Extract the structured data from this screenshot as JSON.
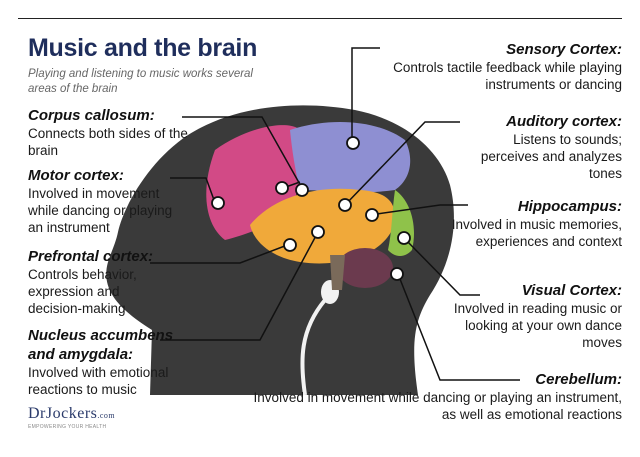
{
  "title": "Music and the brain",
  "subtitle": "Playing and listening to music works several areas of the brain",
  "labels": {
    "corpus_callosum": {
      "heading": "Corpus callosum:",
      "text": "Connects both sides of the brain"
    },
    "motor_cortex": {
      "heading": "Motor cortex:",
      "text": "Involved in movement while dancing or playing an instrument"
    },
    "prefrontal_cortex": {
      "heading": "Prefrontal cortex:",
      "text": "Controls behavior, expression and decision-making"
    },
    "nucleus_accumbens": {
      "heading": "Nucleus accumbens and amygdala:",
      "text": "Involved with emotional reactions to music"
    },
    "sensory_cortex": {
      "heading": "Sensory Cortex:",
      "text": "Controls tactile feedback while playing instruments or dancing"
    },
    "auditory_cortex": {
      "heading": "Auditory cortex:",
      "text": "Listens to sounds; perceives and analyzes tones"
    },
    "hippocampus": {
      "heading": "Hippocampus:",
      "text": "Involved in music memories, experiences and context"
    },
    "visual_cortex": {
      "heading": "Visual Cortex:",
      "text": "Involved in reading music or looking at your own dance moves"
    },
    "cerebellum": {
      "heading": "Cerebellum:",
      "text": "Involved in movement while dancing or playing an instrument, as well as emotional reactions"
    }
  },
  "logo": {
    "main": "DrJockers",
    "suffix": ".com",
    "tagline": "EMPOWERING YOUR HEALTH"
  },
  "colors": {
    "title": "#1f2e5c",
    "head": "#3a3a3a",
    "frontal": "#d24a86",
    "parietal": "#8e8fd2",
    "temporal": "#f0a93a",
    "occipital": "#8fc24a",
    "cerebellum": "#6b3a4e"
  }
}
